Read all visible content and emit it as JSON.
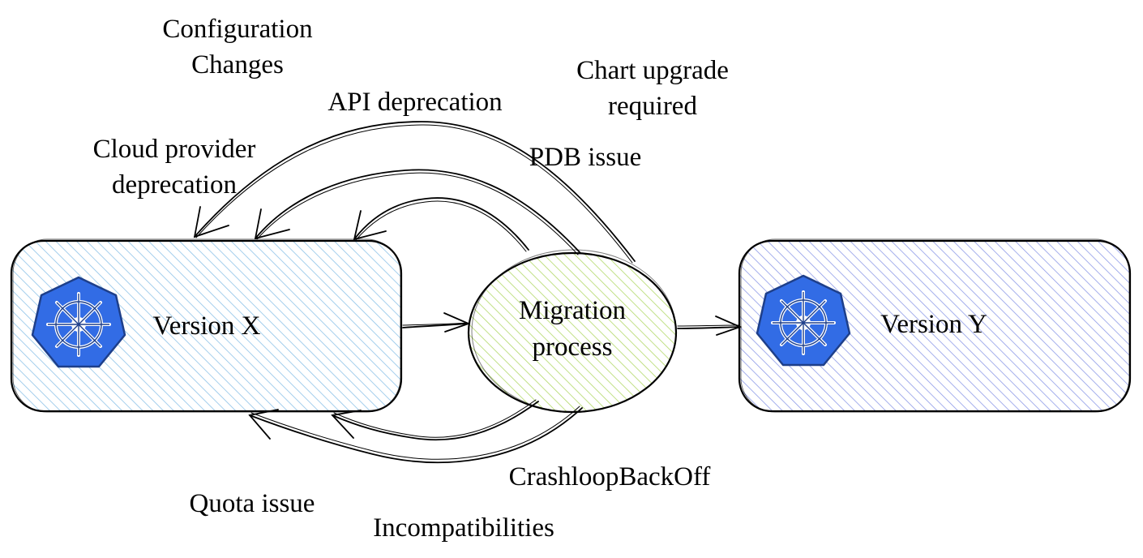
{
  "nodes": {
    "version_x": {
      "label": "Version X",
      "fill_color": "#8ec3e8",
      "icon": "kubernetes-helm-icon"
    },
    "migration": {
      "label_lines": [
        "Migration",
        "process"
      ],
      "fill_color": "#b2d96a"
    },
    "version_y": {
      "label": "Version Y",
      "fill_color": "#8f9be8",
      "icon": "kubernetes-helm-icon"
    }
  },
  "issues_above": {
    "configuration_changes": [
      "Configuration",
      "Changes"
    ],
    "api_deprecation": "API deprecation",
    "chart_upgrade_required": [
      "Chart upgrade",
      "required"
    ],
    "cloud_provider_deprecation": [
      "Cloud provider",
      "deprecation"
    ],
    "pdb_issue": "PDB issue"
  },
  "issues_below": {
    "crashloop_backoff": "CrashloopBackOff",
    "quota_issue": "Quota issue",
    "incompatibilities": "Incompatibilities"
  },
  "colors": {
    "stroke": "#000000",
    "icon_blue": "#326ce5",
    "icon_dark": "#1e3f8a"
  }
}
